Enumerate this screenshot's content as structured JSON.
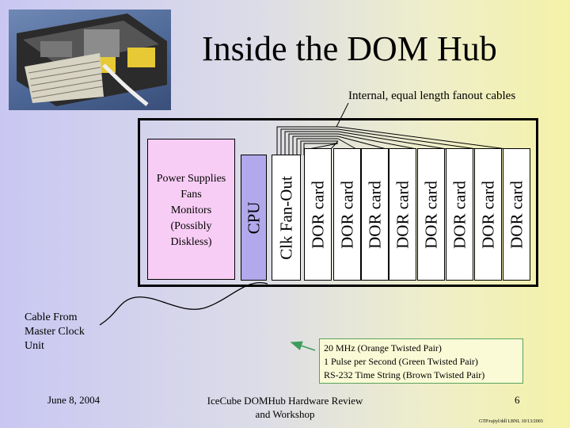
{
  "title": "Inside the DOM Hub",
  "fanout_label": "Internal, equal length fanout cables",
  "power_box": {
    "lines": [
      "Power Supplies",
      "Fans",
      "Monitors",
      "(Possibly",
      "Diskless)"
    ]
  },
  "cpu_label": "CPU",
  "clk_fanout_label": "Clk Fan-Out",
  "dor_cards": [
    "DOR card",
    "DOR card",
    "DOR card",
    "DOR card",
    "DOR card",
    "DOR card",
    "DOR card",
    "DOR card"
  ],
  "cable_label": [
    "Cable From",
    "Master Clock",
    "Unit"
  ],
  "signals": [
    "20 MHz (Orange Twisted Pair)",
    "1 Pulse per Second (Green Twisted Pair)",
    "RS-232 Time String (Brown Twisted Pair)"
  ],
  "footer": {
    "date": "June 8, 2004",
    "center": [
      "IceCube DOMHub Hardware Review",
      "and Workshop"
    ],
    "page": "6",
    "credit": "GTP/rajtyl/ddl LBNL 10/13/2003"
  },
  "colors": {
    "background_left": "#c9c7f2",
    "background_right": "#f5f2a8",
    "power_box": "#f8cdf5",
    "cpu_box": "#b2a8ec",
    "signals_border": "#59a35c",
    "arrow": "#3e9c5c"
  }
}
